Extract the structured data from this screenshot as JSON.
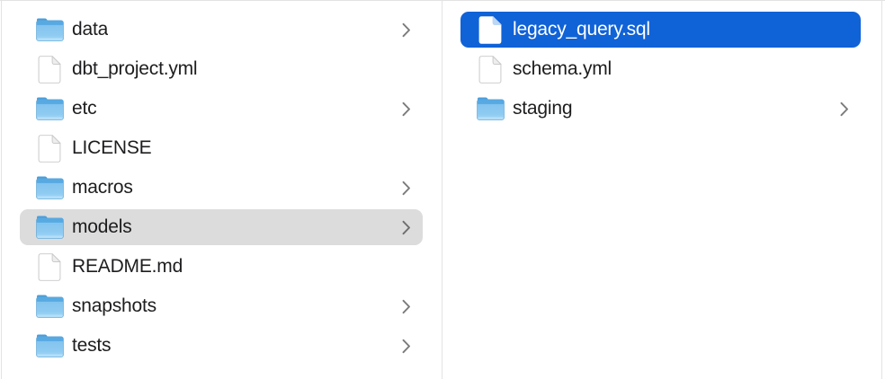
{
  "window": {
    "view": "finder-column-view"
  },
  "columns": [
    {
      "name": "parent-folder-listing",
      "items": [
        {
          "label": "data",
          "type": "folder",
          "has_chevron": true,
          "selected": false
        },
        {
          "label": "dbt_project.yml",
          "type": "file",
          "has_chevron": false,
          "selected": false
        },
        {
          "label": "etc",
          "type": "folder",
          "has_chevron": true,
          "selected": false
        },
        {
          "label": "LICENSE",
          "type": "file",
          "has_chevron": false,
          "selected": false
        },
        {
          "label": "macros",
          "type": "folder",
          "has_chevron": true,
          "selected": false
        },
        {
          "label": "models",
          "type": "folder",
          "has_chevron": true,
          "selected": true,
          "selection_style": "inactive"
        },
        {
          "label": "README.md",
          "type": "file",
          "has_chevron": false,
          "selected": false
        },
        {
          "label": "snapshots",
          "type": "folder",
          "has_chevron": true,
          "selected": false
        },
        {
          "label": "tests",
          "type": "folder",
          "has_chevron": true,
          "selected": false
        }
      ]
    },
    {
      "name": "models-folder-contents",
      "items": [
        {
          "label": "legacy_query.sql",
          "type": "file",
          "has_chevron": false,
          "selected": true,
          "selection_style": "active"
        },
        {
          "label": "schema.yml",
          "type": "file",
          "has_chevron": false,
          "selected": false
        },
        {
          "label": "staging",
          "type": "folder",
          "has_chevron": true,
          "selected": false
        }
      ]
    }
  ],
  "icons": {
    "folder": "folder-icon",
    "file": "file-icon",
    "chevron": "chevron-right-icon"
  },
  "colors": {
    "selection_active": "#1062d7",
    "selection_inactive": "#dcdcdc",
    "divider": "#e3e3e3",
    "text": "#1d1d1f",
    "text_selected": "#ffffff",
    "chevron": "#7b7b7b",
    "folder_tab": "#4a9dd9",
    "folder_band": "#57a9e2",
    "folder_body": "#8ac7ef"
  }
}
